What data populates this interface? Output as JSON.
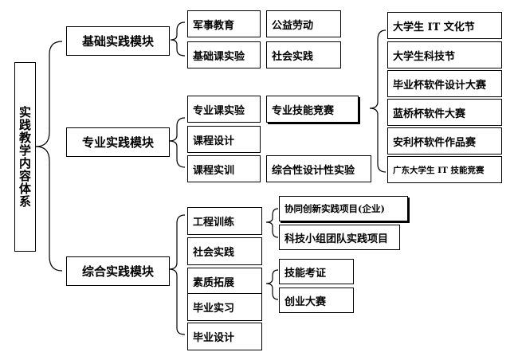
{
  "root": {
    "label": "实践教学内容体系"
  },
  "modules": [
    {
      "label": "基础实践模块",
      "items": [
        "军事教育",
        "公益劳动",
        "基础课实验",
        "社会实践"
      ]
    },
    {
      "label": "专业实践模块",
      "items": [
        "专业课实验",
        "专业技能竞赛",
        "课程设计",
        "课程实训",
        "综合性设计性实验"
      ],
      "competitions": [
        "大学生 IT 文化节",
        "大学生科技节",
        "毕业杯软件设计大赛",
        "蓝桥杯软件大赛",
        "安利杯软件作品赛",
        "广东大学生 IT 技能竞赛"
      ]
    },
    {
      "label": "综合实践模块",
      "items": [
        "工程训练",
        "社会实践",
        "素质拓展",
        "毕业实习",
        "毕业设计"
      ],
      "projects": [
        "协同创新实践项目(企业)",
        "科技小组团队实践项目"
      ],
      "extras": [
        "技能考证",
        "创业大赛"
      ]
    }
  ]
}
